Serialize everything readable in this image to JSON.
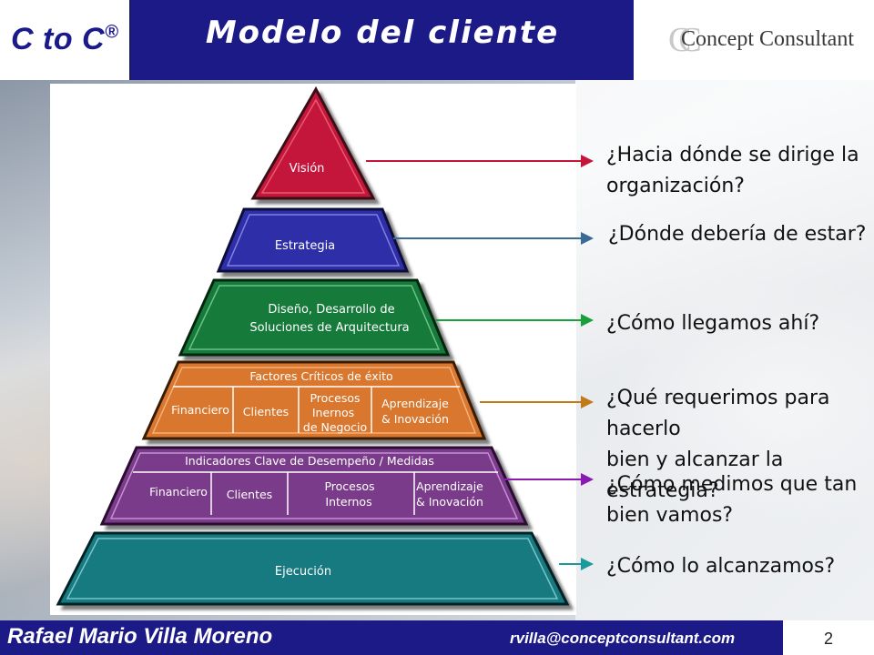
{
  "header": {
    "logo": "C to C",
    "logo_mark": "®",
    "title": "Modelo del cliente",
    "brand_mark": "CC",
    "brand_name": "Concept Consultant"
  },
  "pyramid": {
    "vision": "Visión",
    "strategy": "Estrategia",
    "design_line1": "Diseño, Desarrollo de",
    "design_line2": "Soluciones de Arquitectura",
    "factors_title": "Factores Críticos de éxito",
    "factors": [
      "Financiero",
      "Clientes",
      "Procesos",
      "Inernos",
      "de Negocio",
      "Aprendizaje",
      "& Inovación"
    ],
    "indicators_title": "Indicadores Clave de Desempeño / Medidas",
    "indicators": [
      "Financiero",
      "Clientes",
      "Procesos",
      "Internos",
      "Aprendizaje",
      "& Inovación"
    ],
    "execution": "Ejecución"
  },
  "questions": {
    "q1_line1": "¿Hacia dónde se dirige la",
    "q1_line2": "organización?",
    "q2": "¿Dónde debería de estar?",
    "q3": "¿Cómo llegamos ahí?",
    "q4_line1": "¿Qué requerimos para hacerlo",
    "q4_line2": "bien  y alcanzar la estrategia?",
    "q5_line1": "¿Cómo medimos que tan",
    "q5_line2": "bien vamos?",
    "q6": "¿Cómo lo alcanzamos?"
  },
  "colors": {
    "header_blue": "#1b1a86",
    "vision": "#c4163a",
    "strategy": "#2f2fa8",
    "design": "#157a3a",
    "factors": "#d9772e",
    "indicators": "#7a3a8a",
    "execution": "#167a80"
  },
  "footer": {
    "author": "Rafael Mario Villa Moreno",
    "email": "rvilla@conceptconsultant.com",
    "page": "2"
  }
}
